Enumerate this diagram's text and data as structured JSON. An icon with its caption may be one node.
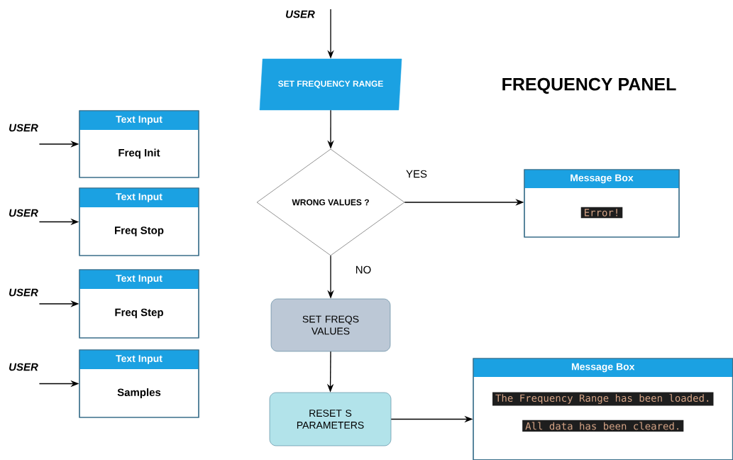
{
  "diagram": {
    "title": "FREQUENCY PANEL",
    "nodes": [
      {
        "text": [
          "USER"
        ]
      },
      {
        "text": [
          "SET FREQUENCY RANGE"
        ]
      },
      {
        "text": [
          "USER"
        ]
      },
      {
        "text": [
          "Text Input",
          "Freq Init"
        ]
      },
      {
        "text": [
          "USER"
        ]
      },
      {
        "text": [
          "Text Input",
          "Freq Stop"
        ]
      },
      {
        "text": [
          "USER"
        ]
      },
      {
        "text": [
          "Text Input",
          "Freq Step"
        ]
      },
      {
        "text": [
          "USER"
        ]
      },
      {
        "text": [
          "Text Input",
          "Samples"
        ]
      },
      {
        "text": [
          "WRONG VALUES ?"
        ]
      },
      {
        "text": [
          "Message Box",
          "Error!"
        ]
      },
      {
        "text": [
          "SET FREQS VALUES"
        ]
      },
      {
        "text": [
          "RESET S PARAMETERS"
        ]
      },
      {
        "text": [
          "Message Box",
          "The Frequency Range has been loaded.",
          "All data has been cleared."
        ]
      }
    ],
    "edges": [
      {
        "from": 0,
        "to": 1,
        "arrow": "to"
      },
      {
        "from": 2,
        "to": 3,
        "arrow": "to"
      },
      {
        "from": 4,
        "to": 5,
        "arrow": "to"
      },
      {
        "from": 6,
        "to": 7,
        "arrow": "to"
      },
      {
        "from": 8,
        "to": 9,
        "arrow": "to"
      },
      {
        "from": 1,
        "to": 10,
        "arrow": "to"
      },
      {
        "from": 10,
        "to": 11,
        "arrow": "to",
        "label": "YES"
      },
      {
        "from": 10,
        "to": 12,
        "arrow": "to",
        "label": "NO"
      },
      {
        "from": 12,
        "to": 13,
        "arrow": "to"
      },
      {
        "from": 13,
        "to": 14,
        "arrow": "to"
      }
    ]
  }
}
